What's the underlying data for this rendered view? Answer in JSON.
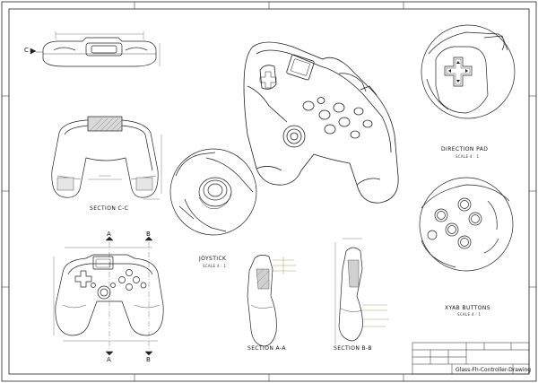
{
  "views": {
    "section_cc": "SECTION C-C",
    "joystick": "JOYSTICK",
    "joystick_scale": "SCALE 4 : 1",
    "direction_pad": "DIRECTION PAD",
    "direction_pad_scale": "SCALE 4 : 1",
    "xyab": "XYAB BUTTONS",
    "xyab_scale": "SCALE 4 : 1",
    "section_aa": "SECTION A-A",
    "section_bb": "SECTION B-B"
  },
  "markers": {
    "a_top": "A",
    "b_top": "B",
    "a_bottom": "A",
    "b_bottom": "B",
    "c": "C"
  },
  "title_block": {
    "drawing_name": "Glass-Fh-Controller-Drawing"
  }
}
